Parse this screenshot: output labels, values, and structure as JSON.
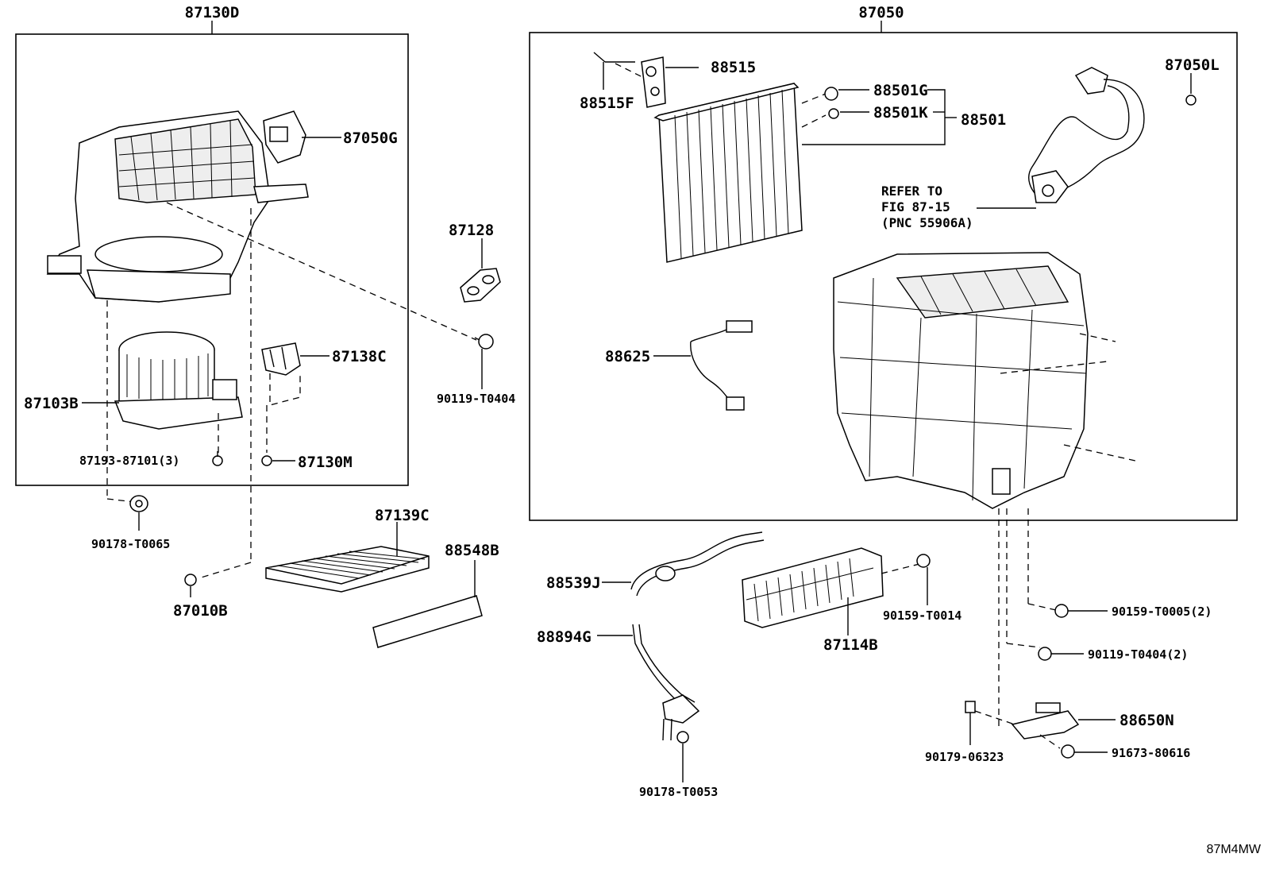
{
  "groups": {
    "left_assembly": "87130D",
    "right_assembly": "87050"
  },
  "parts": {
    "p87050G": "87050G",
    "p87103B": "87103B",
    "p87138C": "87138C",
    "p87193": "87193-87101(3)",
    "p87130M": "87130M",
    "p87128": "87128",
    "p90119_T0404": "90119-T0404",
    "p90178_T0065": "90178-T0065",
    "p87010B": "87010B",
    "p87139C": "87139C",
    "p88548B": "88548B",
    "p88515": "88515",
    "p88515F": "88515F",
    "p88501G": "88501G",
    "p88501K": "88501K",
    "p88501": "88501",
    "p87050L": "87050L",
    "p88625": "88625",
    "p88539J": "88539J",
    "p88894G": "88894G",
    "p90178_T0053": "90178-T0053",
    "p87114B": "87114B",
    "p90159_T0014": "90159-T0014",
    "p90159_T0005": "90159-T0005(2)",
    "p90119_T0404_2": "90119-T0404(2)",
    "p88650N": "88650N",
    "p90179_06323": "90179-06323",
    "p91673_80616": "91673-80616"
  },
  "reference_note": {
    "line1": "REFER TO",
    "line2": "FIG 87-15",
    "line3": "(PNC 55906A)"
  },
  "figure_id": "87M4MW"
}
